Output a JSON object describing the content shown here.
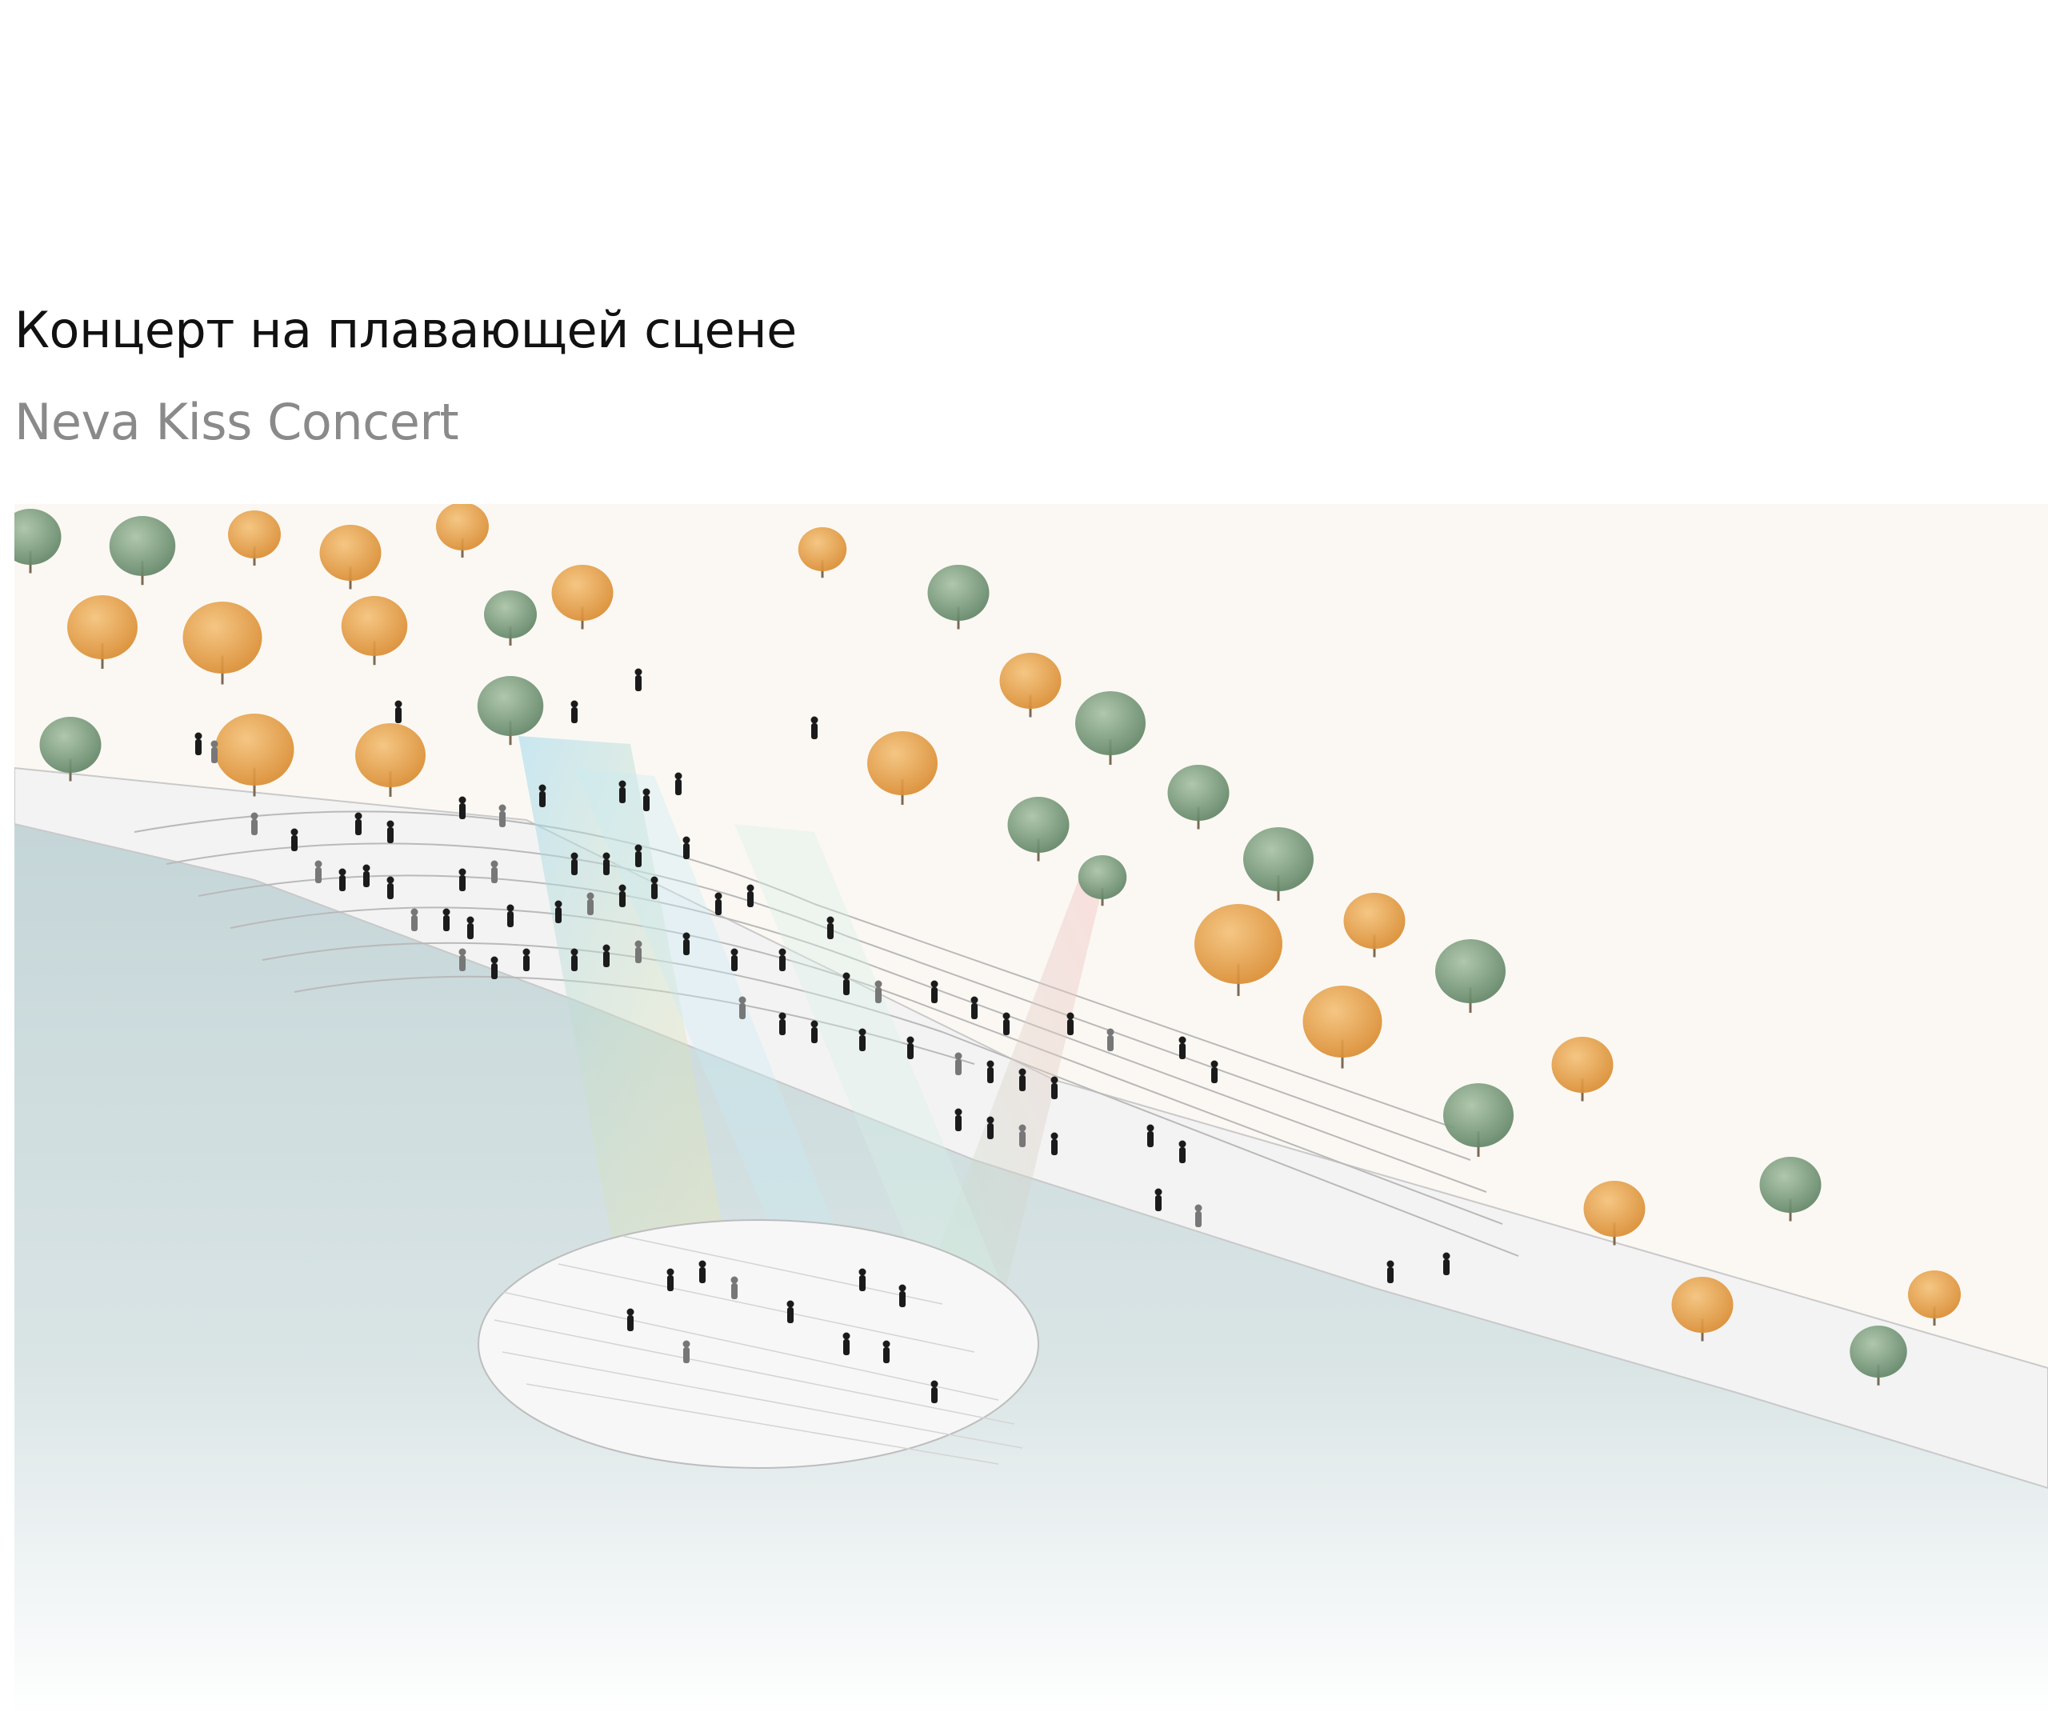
{
  "header": {
    "title": "Концерт на плавающей сцене",
    "subtitle": "Neva Kiss Concert"
  },
  "illustration": {
    "subject": "embankment-amphitheater-with-floating-stage",
    "colors": {
      "water": "#c9d9db",
      "water_light": "#eef3f4",
      "ground": "#fbf8f3",
      "steps": "#f4f4f4",
      "step_lines": "#bdbdbd",
      "tree_autumn": "#e29a3e",
      "tree_autumn_light": "#f0b45e",
      "tree_green": "#7ea07f",
      "tree_green_dark": "#5f8665",
      "people": "#1a1a1a",
      "people_grey": "#7a7a7a"
    }
  }
}
